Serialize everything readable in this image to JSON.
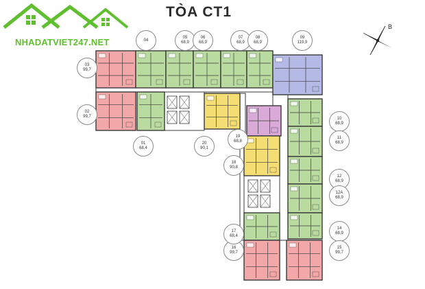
{
  "title": "TÒA CT1",
  "watermark": "NHADATVIET247.NET",
  "compass_letter": "B",
  "colors": {
    "pink": "#f2a7a9",
    "green": "#b9dba0",
    "purple": "#d9a9d8",
    "yellow": "#f4dd72",
    "blue": "#b5b9e6",
    "wall": "#3a3a3a",
    "corridor": "#ffffff"
  },
  "units": [
    {
      "id": "01",
      "area": "68,4",
      "color": "green"
    },
    {
      "id": "02",
      "area": "99,7",
      "color": "pink"
    },
    {
      "id": "03",
      "area": "99,7",
      "color": "pink"
    },
    {
      "id": "04",
      "area": "",
      "color": "green"
    },
    {
      "id": "05",
      "area": "68,9",
      "color": "green"
    },
    {
      "id": "06",
      "area": "68,9",
      "color": "green"
    },
    {
      "id": "07",
      "area": "68,9",
      "color": "green"
    },
    {
      "id": "08",
      "area": "68,9",
      "color": "green"
    },
    {
      "id": "09",
      "area": "119,9",
      "color": "blue"
    },
    {
      "id": "10",
      "area": "68,9",
      "color": "green"
    },
    {
      "id": "11",
      "area": "68,9",
      "color": "green"
    },
    {
      "id": "12",
      "area": "68,9",
      "color": "green"
    },
    {
      "id": "12A",
      "area": "68,9",
      "color": "green"
    },
    {
      "id": "14",
      "area": "68,9",
      "color": "green"
    },
    {
      "id": "15",
      "area": "99,7",
      "color": "pink"
    },
    {
      "id": "16",
      "area": "99,7",
      "color": "pink"
    },
    {
      "id": "17",
      "area": "68,4",
      "color": "green"
    },
    {
      "id": "18",
      "area": "90,8",
      "color": "yellow"
    },
    {
      "id": "19",
      "area": "68,8",
      "color": "purple"
    },
    {
      "id": "20",
      "area": "90,1",
      "color": "yellow"
    }
  ]
}
